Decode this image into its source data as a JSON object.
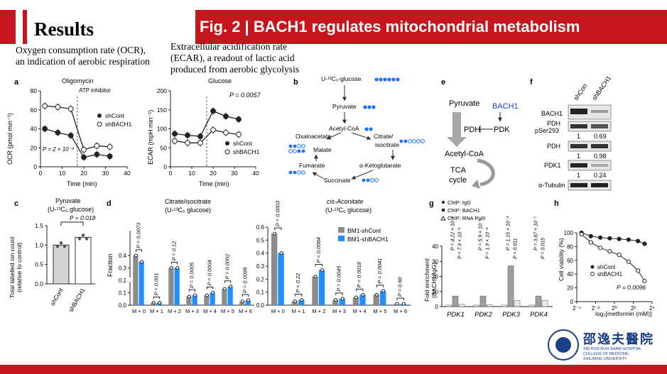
{
  "slide": {
    "section_title": "Results",
    "figure_title": "Fig. 2 | BACH1 regulates mitochondrial metabolism",
    "note_ocr": "Oxygen consumption rate (OCR), an indication of aerobic respiration",
    "note_ocr_l1": "Oxygen consumption rate (OCR),",
    "note_ocr_l2": "an indication of aerobic respiration",
    "note_ecar_l1": "Extracellular acidification rate",
    "note_ecar_l2": "(ECAR), a readout of lactic acid",
    "note_ecar_l3": "produced from aerobic glycolysis",
    "logo_cn": "邵逸夫醫院",
    "logo_en1": "SIR RUN RUN SHAW HOSPITAL",
    "logo_en2": "COLLEGE OF MEDICINE,",
    "logo_en3": "ZHEJIANG UNIVERSITY",
    "colors": {
      "accent_red": "#c4161c",
      "shBACH1_blue": "#1e90ff",
      "shCont_grey": "#8c8c8c"
    }
  },
  "panels": {
    "a": {
      "label": "a",
      "oligomycin": "Oligomycin",
      "atp_inhibitor": "ATP inhibitor",
      "glucose": "Glucose",
      "ocr_ylabel": "OCR (pmol min⁻¹)",
      "ecar_ylabel": "ECAR (mpH min⁻¹)",
      "xlabel": "Time (min)",
      "ocr_p": "P = 2 × 10⁻⁴",
      "ecar_p": "P = 0.0057",
      "legend1": "shCont",
      "legend2": "shBACH1"
    },
    "b": {
      "label": "b",
      "glucose": "U-¹³C₆-glucose",
      "pyruvate": "Pyruvate",
      "acetyl": "Acetyl-CoA",
      "oxaloacetate": "Oxaloacetate",
      "citrate": "Citrate/",
      "isocitrate": "isocitrate",
      "malate": "Malate",
      "fumarate": "Fumarate",
      "akg": "α-Ketoglutarate",
      "succinate": "Succinate"
    },
    "c": {
      "label": "c",
      "title1": "Pyruvate",
      "title2": "(U-¹³C₆ glucose)",
      "p": "P = 0.018",
      "ylabel1": "Total labelled ion count",
      "ylabel2": "(relative to control)",
      "xcat1": "shCont",
      "xcat2": "shBACH1"
    },
    "d": {
      "label": "d",
      "title_citrate1": "Citrate/isocitrate",
      "title_citrate2": "(U-¹³C₆ glucose)",
      "title_cis1": "cis-Aconitate",
      "title_cis2": "(U-¹³C₆ glucose)",
      "ylabel": "Fraction",
      "legend1": "BM1-shCont",
      "legend2": "BM1-shBACH1",
      "citrate_p": [
        "P = 0.0073",
        "P = 0.001",
        "P = 0.12",
        "P = 0.0005",
        "P = 0.0004",
        "P = 0.0002",
        "P = 0.0099"
      ],
      "cis_p": [
        "P = 0.0003",
        "P = 0.22",
        "P = 0.0064",
        "P = 0.0045",
        "P = 0.0018",
        "P = 0.0041",
        "P = 0.68"
      ]
    },
    "e": {
      "label": "e",
      "pyruvate": "Pyruvate",
      "bach1": "BACH1",
      "pdh": "PDH",
      "pdk": "PDK",
      "acetyl": "Acetyl-CoA",
      "tca1": "TCA",
      "tca2": "cycle"
    },
    "f": {
      "label": "f",
      "col1": "shCon",
      "col2": "shBACH1",
      "rows": [
        {
          "label": "BACH1",
          "q1": "",
          "q2": ""
        },
        {
          "label": "PDH pSer293",
          "q1": "1",
          "q2": "0.69"
        },
        {
          "label": "PDH",
          "q1": "1",
          "q2": "0.98"
        },
        {
          "label": "PDK1",
          "q1": "1",
          "q2": "0.24"
        },
        {
          "label": "α-Tubulin",
          "q1": "",
          "q2": ""
        }
      ],
      "row_pdh_p1": "PDH",
      "row_pdh_p2": "pSer293"
    },
    "g": {
      "label": "g",
      "leg1": "ChIP: IgG",
      "leg2": "ChIP: BACH1",
      "leg3": "ChIP: RNA PolII",
      "ylabel1": "Fold enrichment",
      "ylabel2": "(BACH1/IgG)",
      "genes": [
        "PDK1",
        "PDK2",
        "PDK3",
        "PDK4"
      ],
      "p_top": [
        "P = 4.22 × 10⁻⁶",
        "P = 5.9 × 10⁻⁶",
        "P = 1.15 × 10⁻⁴",
        "P = 3.87 × 10⁻⁷"
      ],
      "p_bot": [
        "P = 7.9 × 10⁻⁴",
        "P = 1.9 × 10⁻⁴",
        "P = 0.011",
        "P = 0.015"
      ]
    },
    "h": {
      "label": "h",
      "ylabel": "Cell viability (%)",
      "xlabel": "log₂[metformin (mM)]",
      "legend1": "shCont",
      "legend2": "shBACH1",
      "p": "P = 0.0096"
    }
  },
  "chart_data": [
    {
      "id": "a_ocr",
      "type": "line",
      "xlabel": "Time (min)",
      "ylabel": "OCR (pmol min⁻¹)",
      "xlim": [
        0,
        40
      ],
      "ylim": [
        0,
        80
      ],
      "xticks": [
        0,
        10,
        20,
        30,
        40
      ],
      "yticks": [
        0,
        20,
        40,
        60,
        80
      ],
      "x": [
        2,
        8,
        14,
        20,
        26,
        32
      ],
      "series": [
        {
          "name": "shCont",
          "values": [
            40,
            36,
            33,
            10,
            13,
            11
          ]
        },
        {
          "name": "shBACH1",
          "values": [
            64,
            63,
            61,
            18,
            22,
            21
          ]
        }
      ]
    },
    {
      "id": "a_ecar",
      "type": "line",
      "xlabel": "Time (min)",
      "ylabel": "ECAR (mpH min⁻¹)",
      "xlim": [
        0,
        40
      ],
      "ylim": [
        0,
        200
      ],
      "xticks": [
        0,
        10,
        20,
        30,
        40
      ],
      "yticks": [
        0,
        50,
        100,
        150,
        200
      ],
      "x": [
        2,
        8,
        14,
        20,
        26,
        32
      ],
      "series": [
        {
          "name": "shCont",
          "values": [
            87,
            83,
            80,
            147,
            133,
            125
          ]
        },
        {
          "name": "shBACH1",
          "values": [
            68,
            63,
            63,
            97,
            90,
            85
          ]
        }
      ]
    },
    {
      "id": "c",
      "type": "bar",
      "categories": [
        "shCont",
        "shBACH1"
      ],
      "values": [
        1.0,
        1.2
      ],
      "ylim": [
        0,
        1.5
      ],
      "yticks": [
        0,
        0.5,
        1.0,
        1.5
      ]
    },
    {
      "id": "d_citrate",
      "type": "bar",
      "categories": [
        "M + 0",
        "M + 1",
        "M + 2",
        "M + 3",
        "M + 4",
        "M + 5",
        "M + 6"
      ],
      "series": [
        {
          "name": "BM1-shCont",
          "values": [
            0.4,
            0.02,
            0.3,
            0.07,
            0.08,
            0.13,
            0.03
          ]
        },
        {
          "name": "BM1-shBACH1",
          "values": [
            0.35,
            0.02,
            0.3,
            0.08,
            0.1,
            0.15,
            0.04
          ]
        }
      ]
    },
    {
      "id": "d_cis",
      "type": "bar",
      "categories": [
        "M + 0",
        "M + 1",
        "M + 2",
        "M + 3",
        "M + 4",
        "M + 5",
        "M + 6"
      ],
      "ylim": [
        0,
        0.6
      ],
      "yticks": [
        0,
        0.1,
        0.2,
        0.3,
        0.4,
        0.5,
        0.6
      ],
      "series": [
        {
          "name": "BM1-shCont",
          "values": [
            0.55,
            0.03,
            0.22,
            0.04,
            0.06,
            0.08,
            0.01
          ]
        },
        {
          "name": "BM1-shBACH1",
          "values": [
            0.4,
            0.04,
            0.27,
            0.05,
            0.08,
            0.11,
            0.01
          ]
        }
      ]
    },
    {
      "id": "g",
      "type": "bar",
      "categories": [
        "PDK1",
        "PDK2",
        "PDK3",
        "PDK4"
      ],
      "ylim": [
        0,
        40
      ],
      "yticks": [
        0,
        10,
        20,
        30,
        40
      ],
      "series": [
        {
          "name": "ChIP: IgG",
          "values": [
            1,
            1,
            1,
            1
          ]
        },
        {
          "name": "ChIP: BACH1",
          "values": [
            7,
            7,
            27,
            7
          ]
        },
        {
          "name": "ChIP: RNA PolII",
          "values": [
            1.5,
            1.3,
            4,
            4
          ]
        }
      ]
    },
    {
      "id": "h",
      "type": "line",
      "xlabel": "log₂[metformin (mM)]",
      "ylabel": "Cell viability (%)",
      "xlim": [
        -4,
        4
      ],
      "ylim": [
        0,
        100
      ],
      "yticks": [
        0,
        20,
        40,
        60,
        80,
        100
      ],
      "x": [
        -3.5,
        -2.5,
        -1.5,
        -0.5,
        0.5,
        1.5,
        2.5,
        3.2
      ],
      "series": [
        {
          "name": "shCont",
          "values": [
            100,
            95,
            93,
            92,
            91,
            90,
            88,
            84
          ]
        },
        {
          "name": "shBACH1",
          "values": [
            98,
            86,
            78,
            73,
            68,
            58,
            45,
            30
          ]
        }
      ]
    }
  ]
}
